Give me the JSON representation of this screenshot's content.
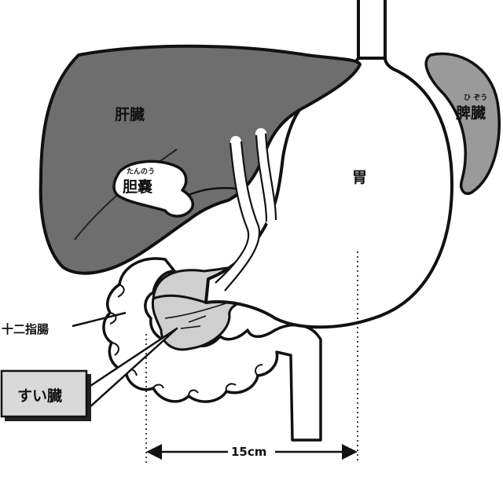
{
  "labels": {
    "liver": "肝臓",
    "gallbladder": "胆嚢",
    "gallbladder_reading": "たんのう",
    "stomach": "胃",
    "spleen": "脾臓",
    "spleen_reading": "ひ ぞう",
    "duodenum": "十二指腸",
    "pancreas": "すい臓",
    "measurement": "15cm"
  },
  "colors": {
    "liver": "#6e6e6e",
    "spleen": "#9a9a9a",
    "pancreas": "#cfcfcf",
    "gallbladder": "#ffffff",
    "outline": "#111111",
    "callout_box": "#d9d9d9"
  }
}
